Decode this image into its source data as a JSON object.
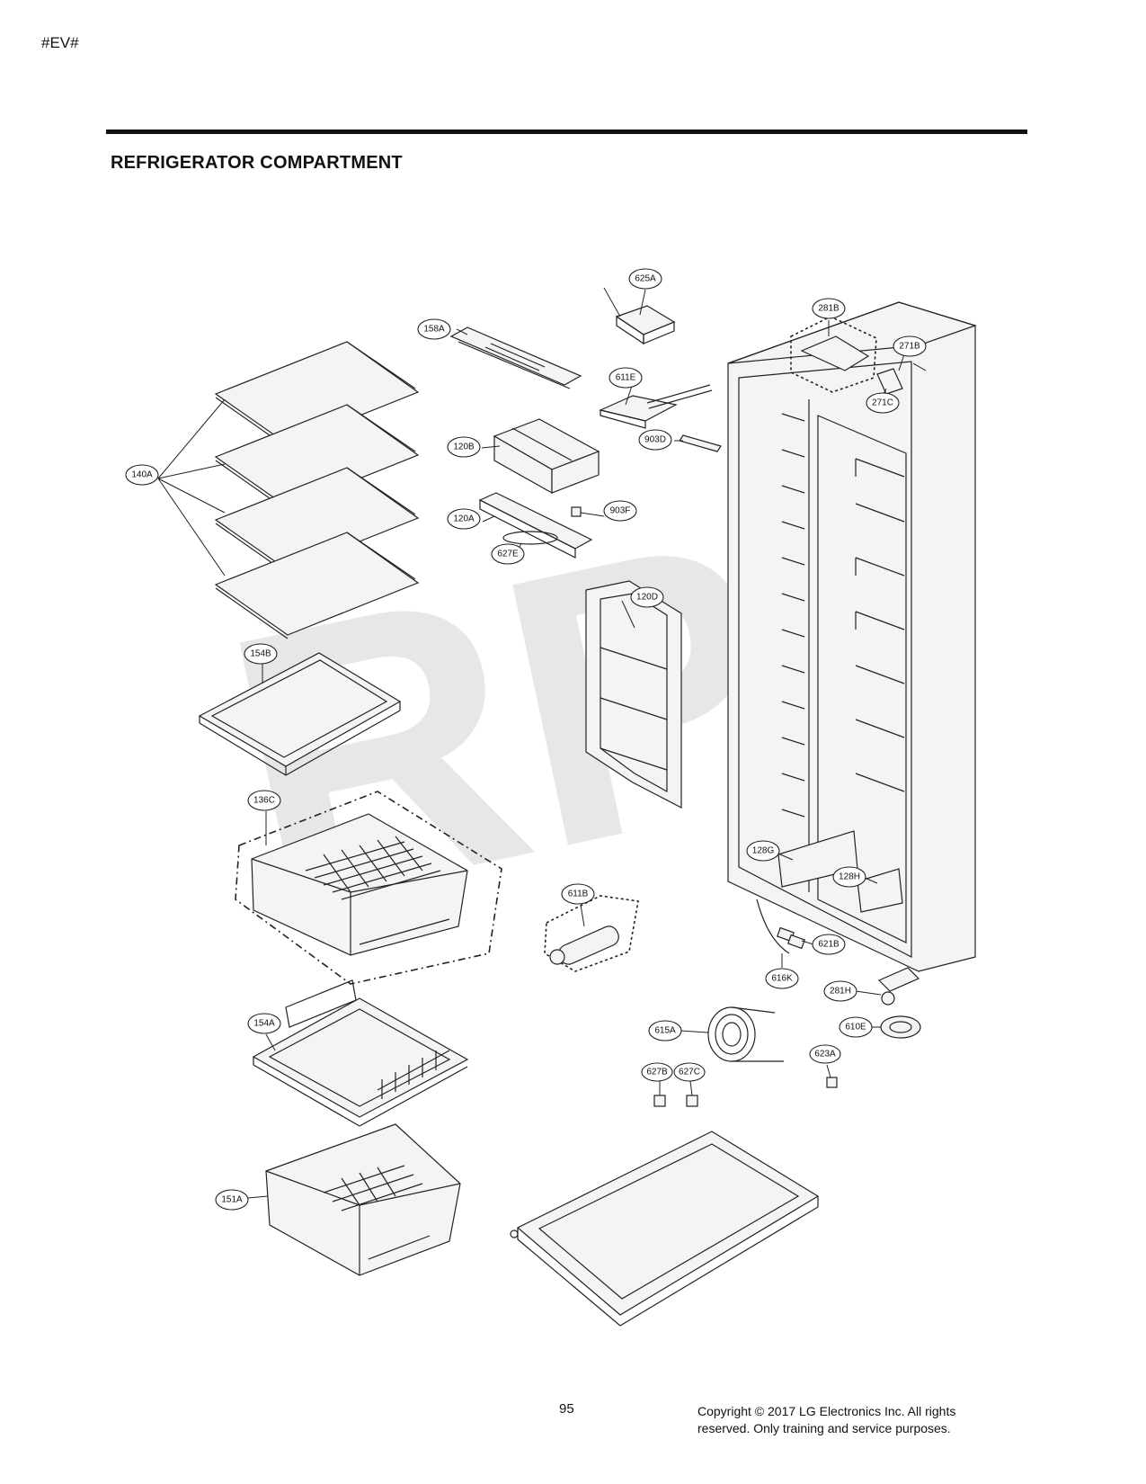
{
  "header": {
    "page_code": "#EV#",
    "section_title": "REFRIGERATOR COMPARTMENT"
  },
  "watermark": "RPI",
  "footer": {
    "page_number": "95",
    "copyright_line1": "Copyright © 2017 LG Electronics Inc. All rights",
    "copyright_line2": "reserved. Only training and service purposes."
  },
  "callouts": [
    "625A",
    "281B",
    "158A",
    "271B",
    "611E",
    "271C",
    "120B",
    "903D",
    "140A",
    "903F",
    "120A",
    "627E",
    "120D",
    "154B",
    "136C",
    "128G",
    "128H",
    "611B",
    "621B",
    "616K",
    "281H",
    "154A",
    "615A",
    "610E",
    "623A",
    "627B",
    "627C",
    "151A"
  ]
}
